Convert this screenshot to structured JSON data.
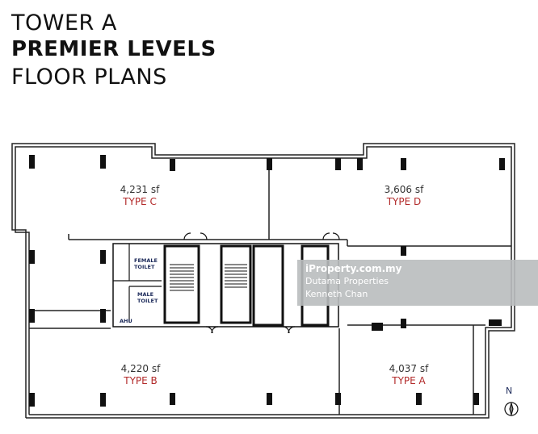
{
  "heading": {
    "line1": "TOWER A",
    "line2": "PREMIER LEVELS",
    "line3": "FLOOR PLANS"
  },
  "units": [
    {
      "area": "4,231 sf",
      "type": "TYPE C"
    },
    {
      "area": "3,606 sf",
      "type": "TYPE D"
    },
    {
      "area": "4,220 sf",
      "type": "TYPE B"
    },
    {
      "area": "4,037 sf",
      "type": "TYPE A"
    }
  ],
  "core": {
    "female_toilet": "FEMALE TOILET",
    "male_toilet": "MALE TOILET",
    "ahu": "AHU"
  },
  "watermark": {
    "brand": "iProperty.com.my",
    "agency": "Dutama Properties",
    "agent": "Kenneth Chan"
  },
  "compass": {
    "label": "N"
  },
  "colors": {
    "type_label": "#b22a2a",
    "toilet_label": "#1c2a5a",
    "watermark_bg": "#b9bcbe"
  }
}
